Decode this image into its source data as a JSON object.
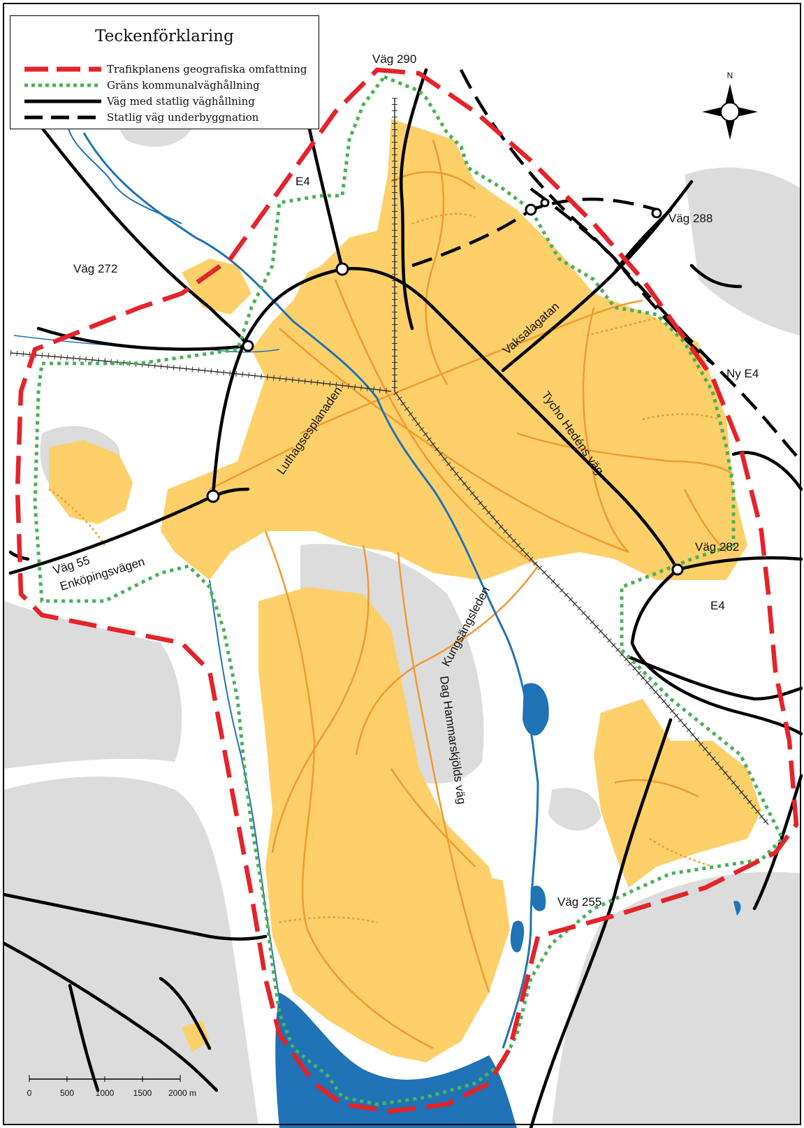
{
  "legend": {
    "title": "Teckenförklaring",
    "items": [
      {
        "label": "Trafikplanens geografiska omfattning",
        "color": "#e52329",
        "style": "long-dash"
      },
      {
        "label": "Gräns kommunalväghållning",
        "color": "#4cb05a",
        "style": "dotted"
      },
      {
        "label": "Väg med statlig väghållning",
        "color": "#000000",
        "style": "solid"
      },
      {
        "label": "Statlig väg underbyggnation",
        "color": "#000000",
        "style": "dash"
      }
    ]
  },
  "north_label": "N",
  "colors": {
    "built_up": "#fdd06a",
    "green_area": "#dcdcdc",
    "water": "#1f73b6",
    "local_street": "#f39a2e",
    "boundary_plan": "#e52329",
    "boundary_municipal": "#4cb05a",
    "state_road": "#000000"
  },
  "labels": {
    "vag290": "Väg 290",
    "e4_north": "E4",
    "vag288": "Väg 288",
    "vag272": "Väg 272",
    "vaksalagatan": "Vaksalagatan",
    "ny_e4": "Ny E4",
    "luthagsesplanaden": "Luthagsesplanaden",
    "tycho": "Tycho Hedéns väg",
    "vag55": "Väg 55",
    "enkopingsvagen": "Enköpingsvägen",
    "vag282": "Väg 282",
    "e4_south": "E4",
    "kungsangsleden": "Kungsängsleden",
    "dag": "Dag Hammarskjölds väg",
    "vag255": "Väg 255"
  },
  "scale_bar": {
    "ticks": [
      "0",
      "500",
      "1000",
      "1500",
      "2000 m"
    ]
  }
}
